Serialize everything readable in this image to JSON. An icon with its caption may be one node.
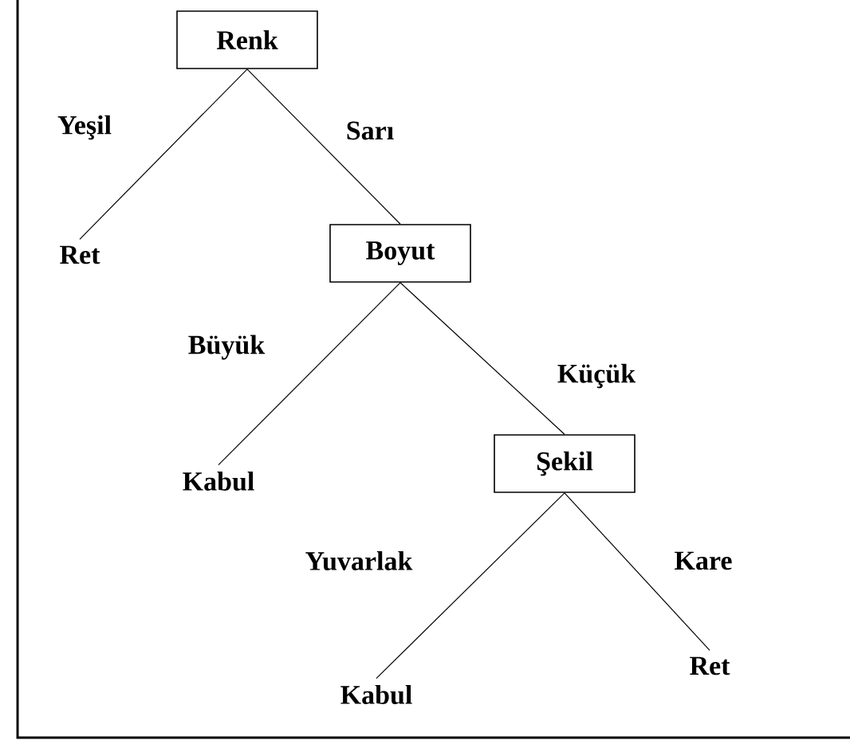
{
  "diagram": {
    "nodes": [
      {
        "text": [
          "Renk"
        ]
      },
      {
        "text": [
          "Ret"
        ]
      },
      {
        "text": [
          "Boyut"
        ]
      },
      {
        "text": [
          "Kabul"
        ]
      },
      {
        "text": [
          "Şekil"
        ]
      },
      {
        "text": [
          "Kabul"
        ]
      },
      {
        "text": [
          "Ret"
        ]
      }
    ],
    "edges": [
      {
        "from": 0,
        "to": 1,
        "arrow": "none",
        "label": "Yeşil"
      },
      {
        "from": 0,
        "to": 2,
        "arrow": "none",
        "label": "Sarı"
      },
      {
        "from": 2,
        "to": 3,
        "arrow": "none",
        "label": "Büyük"
      },
      {
        "from": 2,
        "to": 4,
        "arrow": "none",
        "label": "Küçük"
      },
      {
        "from": 4,
        "to": 5,
        "arrow": "none",
        "label": "Yuvarlak"
      },
      {
        "from": 4,
        "to": 6,
        "arrow": "none",
        "label": "Kare"
      }
    ]
  }
}
